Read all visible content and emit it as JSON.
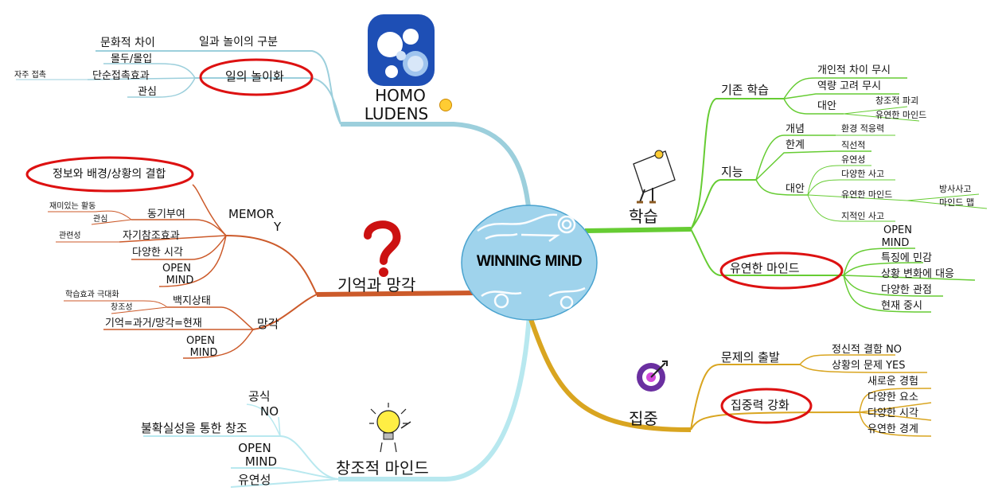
{
  "center": {
    "title": "WINNING MIND",
    "colors": {
      "fill": "#9fd3ec",
      "border": "#4aa3cf"
    }
  },
  "branches": {
    "homo": {
      "title_line1": "HOMO",
      "title_line2": "LUDENS",
      "color": "#9ccfdc",
      "icon": "homo-ludens-logo",
      "nodes": {
        "distinction": "일과 놀이의 구분",
        "cultural_diff": "문화적 차이",
        "work_play": "일의 놀이화",
        "immersion": "몰두/몰입",
        "simple_contact": "단순접촉효과",
        "frequent_contact": "자주 접촉",
        "interest": "관심"
      }
    },
    "memory": {
      "title": "기억과 망각",
      "color": "#cc5a2a",
      "icon": "question-mark-icon",
      "memory_label": "MEMORY",
      "memory_line1": "MEMOR",
      "memory_line2": "Y",
      "info_combine": "정보와 배경/상황의 결합",
      "motivation": "동기부여",
      "fun_activity": "재미있는 활동",
      "interest": "관심",
      "self_ref": "자기참조효과",
      "relevance": "관련성",
      "diverse_view": "다양한 시각",
      "open_line1": "OPEN",
      "open_line2": "MIND",
      "forget": "망각",
      "blank_state": "백지상태",
      "learning_max": "학습효과 극대화",
      "creativity": "창조성",
      "mem_past": "기억=과거/망각=현재",
      "open2_line1": "OPEN",
      "open2_line2": "MIND"
    },
    "creative": {
      "title": "창조적 마인드",
      "color": "#b8e8ef",
      "icon": "lightbulb-icon",
      "formula": "공식",
      "no": "NO",
      "uncertain": "불확실성을 통한 창조",
      "open_line1": "OPEN",
      "open_line2": "MIND",
      "flex": "유연성"
    },
    "learning": {
      "title": "학습",
      "color": "#66cc33",
      "icon": "sign-holder-icon",
      "existing": "기존 학습",
      "ignore_indiv": "개인적 차이 무시",
      "ignore_ability": "역량 고려 무시",
      "alt": "대안",
      "creative_destroy": "창조적 파괴",
      "flexible_mind_small": "유연한 마인드",
      "intel": "지능",
      "concept": "개념",
      "env_adapt": "환경 적응력",
      "limit": "한계",
      "linear": "직선적",
      "alt2": "대안",
      "flexibility": "유연성",
      "diverse_thinking": "다양한 사고",
      "flexible_mind2": "유연한 마인드",
      "radial": "방사사고",
      "mindmap": "마인드 맵",
      "intellectual": "지적인 사고",
      "flexible_mind": "유연한 마인드",
      "open_line1": "OPEN",
      "open_line2": "MIND",
      "sensitive": "특징에 민감",
      "adapt_change": "상황 변화에 대응",
      "diverse_view": "다양한 관점",
      "present": "현재 중시"
    },
    "focus": {
      "title": "집중",
      "color": "#d9a520",
      "icon": "target-dart-icon",
      "start": "문제의 출발",
      "mental_no": "정신적 결함 NO",
      "situation_yes": "상황의 문제 YES",
      "enhance": "집중력 강화",
      "new_exp": "새로운 경험",
      "diverse_elem": "다양한 요소",
      "diverse_view": "다양한 시각",
      "flex_boundary": "유연한 경계"
    }
  }
}
